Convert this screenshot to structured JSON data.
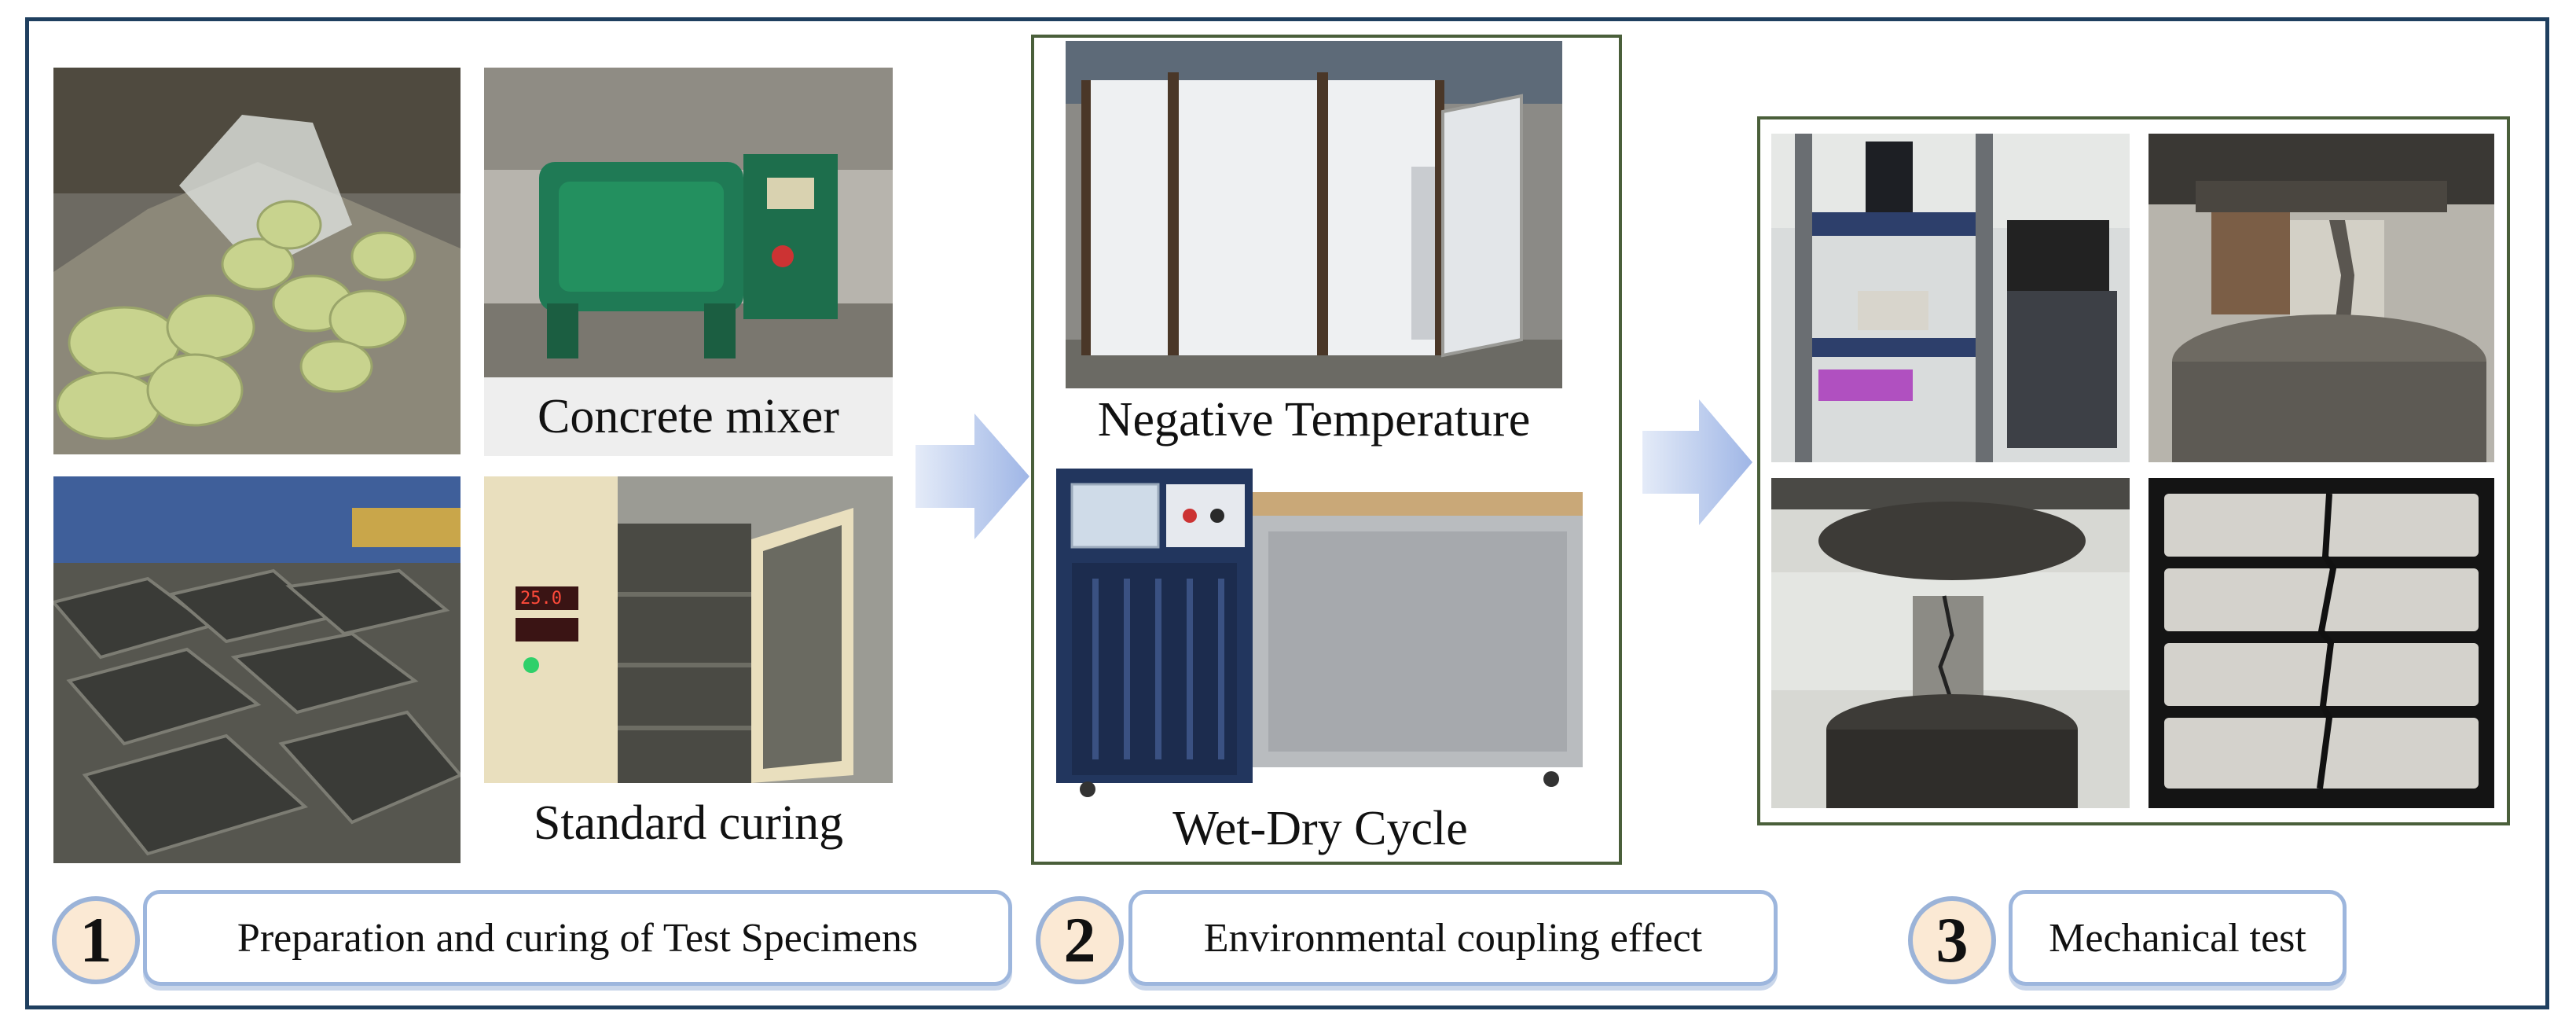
{
  "steps": [
    {
      "number": "1",
      "label": "Preparation and curing of Test Specimens"
    },
    {
      "number": "2",
      "label": "Environmental coupling effect"
    },
    {
      "number": "3",
      "label": "Mechanical test"
    }
  ],
  "captions": {
    "mixer": "Concrete mixer",
    "curing": "Standard curing",
    "negative_temp": "Negative Temperature",
    "wet_dry": "Wet-Dry Cycle"
  },
  "colors": {
    "frame_border": "#1f3f5f",
    "group_border": "#4a5f3a",
    "arrow_fill": "#a9bee6",
    "label_border": "#9db6dd",
    "circle_fill": "#fbe9d4"
  }
}
